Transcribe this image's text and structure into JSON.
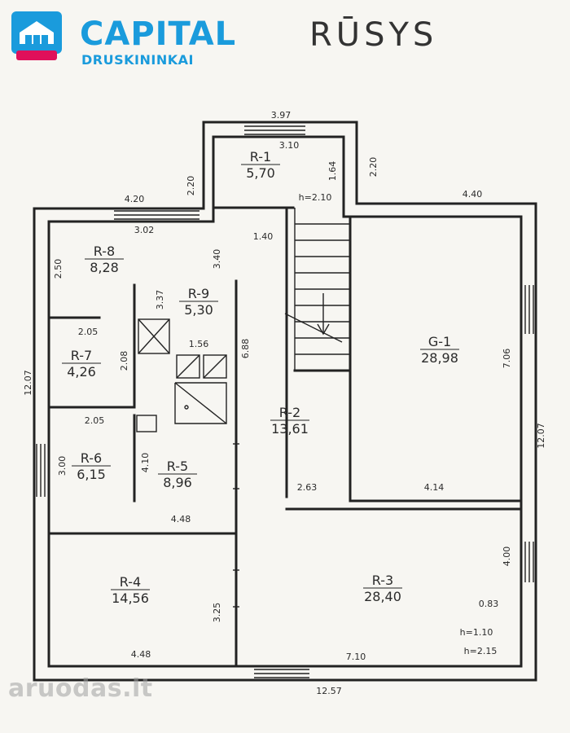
{
  "header": {
    "brand_name": "CAPITAL",
    "brand_sub": "DRUSKININKAI",
    "brand_color": "#1a9bdc",
    "accent_color": "#e0105a",
    "sheet_title": "RŪSYS"
  },
  "watermark": "aruodas.lt",
  "rooms": [
    {
      "name": "R-1",
      "area": "5,70"
    },
    {
      "name": "R-8",
      "area": "8,28"
    },
    {
      "name": "R-9",
      "area": "5,30"
    },
    {
      "name": "R-7",
      "area": "4,26"
    },
    {
      "name": "G-1",
      "area": "28,98"
    },
    {
      "name": "R-2",
      "area": "13,61"
    },
    {
      "name": "R-6",
      "area": "6,15"
    },
    {
      "name": "R-5",
      "area": "8,96"
    },
    {
      "name": "R-4",
      "area": "14,56"
    },
    {
      "name": "R-3",
      "area": "28,40"
    }
  ],
  "dimensions": [
    "3.97",
    "3.10",
    "2.20",
    "2.20",
    "1.64",
    "h=2.10",
    "4.20",
    "3.02",
    "1.40",
    "4.40",
    "2.50",
    "3.40",
    "3.37",
    "2.05",
    "2.08",
    "1.56",
    "6.88",
    "12.07",
    "7.06",
    "12.07",
    "2.05",
    "3.00",
    "4.10",
    "2.63",
    "4.14",
    "4.48",
    "4.00",
    "0.83",
    "3.25",
    "4.48",
    "7.10",
    "h=1.10",
    "h=2.15",
    "12.57"
  ]
}
